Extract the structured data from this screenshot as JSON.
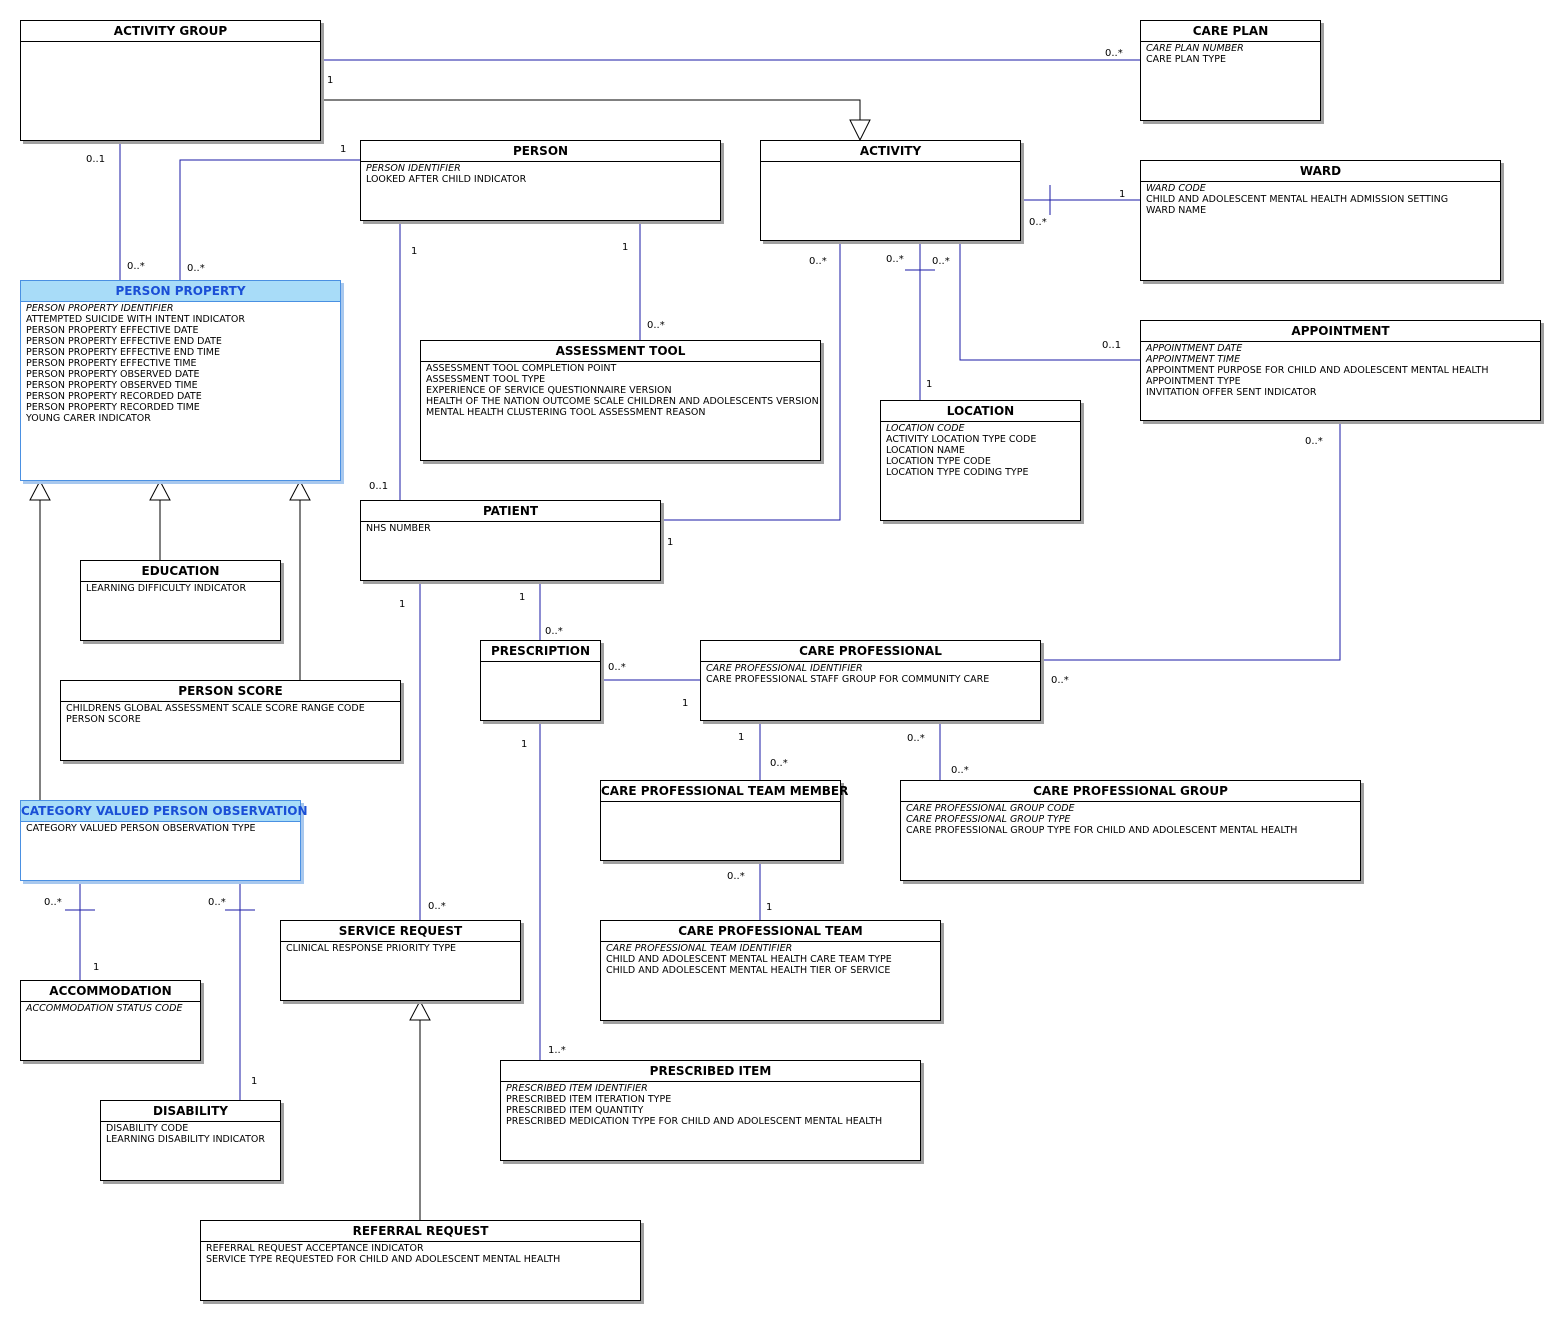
{
  "entities": {
    "activity_group": {
      "title": "ACTIVITY GROUP",
      "attributes": []
    },
    "care_plan": {
      "title": "CARE PLAN",
      "attributes": [
        {
          "text": "CARE PLAN NUMBER",
          "italic": true
        },
        {
          "text": "CARE PLAN TYPE",
          "italic": false
        }
      ]
    },
    "person": {
      "title": "PERSON",
      "attributes": [
        {
          "text": "PERSON IDENTIFIER",
          "italic": true
        },
        {
          "text": "LOOKED AFTER CHILD INDICATOR",
          "italic": false
        }
      ]
    },
    "activity": {
      "title": "ACTIVITY",
      "attributes": []
    },
    "ward": {
      "title": "WARD",
      "attributes": [
        {
          "text": "WARD CODE",
          "italic": true
        },
        {
          "text": "CHILD AND ADOLESCENT MENTAL HEALTH ADMISSION SETTING",
          "italic": false
        },
        {
          "text": "WARD NAME",
          "italic": false
        }
      ]
    },
    "person_property": {
      "title": "PERSON PROPERTY",
      "attributes": [
        {
          "text": "PERSON PROPERTY IDENTIFIER",
          "italic": true
        },
        {
          "text": "ATTEMPTED SUICIDE WITH INTENT INDICATOR",
          "italic": false
        },
        {
          "text": "PERSON PROPERTY EFFECTIVE DATE",
          "italic": false
        },
        {
          "text": "PERSON PROPERTY EFFECTIVE END DATE",
          "italic": false
        },
        {
          "text": "PERSON PROPERTY EFFECTIVE END TIME",
          "italic": false
        },
        {
          "text": "PERSON PROPERTY EFFECTIVE TIME",
          "italic": false
        },
        {
          "text": "PERSON PROPERTY OBSERVED DATE",
          "italic": false
        },
        {
          "text": "PERSON PROPERTY OBSERVED TIME",
          "italic": false
        },
        {
          "text": "PERSON PROPERTY RECORDED DATE",
          "italic": false
        },
        {
          "text": "PERSON PROPERTY RECORDED TIME",
          "italic": false
        },
        {
          "text": "YOUNG CARER INDICATOR",
          "italic": false
        }
      ]
    },
    "assessment_tool": {
      "title": "ASSESSMENT TOOL",
      "attributes": [
        {
          "text": "ASSESSMENT TOOL COMPLETION POINT",
          "italic": false
        },
        {
          "text": "ASSESSMENT TOOL TYPE",
          "italic": false
        },
        {
          "text": "EXPERIENCE OF SERVICE QUESTIONNAIRE VERSION",
          "italic": false
        },
        {
          "text": "HEALTH OF THE NATION OUTCOME SCALE CHILDREN AND ADOLESCENTS VERSION",
          "italic": false
        },
        {
          "text": "MENTAL HEALTH CLUSTERING TOOL ASSESSMENT REASON",
          "italic": false
        }
      ]
    },
    "appointment": {
      "title": "APPOINTMENT",
      "attributes": [
        {
          "text": "APPOINTMENT DATE",
          "italic": true
        },
        {
          "text": "APPOINTMENT TIME",
          "italic": true
        },
        {
          "text": "APPOINTMENT PURPOSE FOR CHILD AND ADOLESCENT MENTAL HEALTH",
          "italic": false
        },
        {
          "text": "APPOINTMENT TYPE",
          "italic": false
        },
        {
          "text": "INVITATION OFFER SENT INDICATOR",
          "italic": false
        }
      ]
    },
    "location": {
      "title": "LOCATION",
      "attributes": [
        {
          "text": "LOCATION CODE",
          "italic": true
        },
        {
          "text": "ACTIVITY LOCATION TYPE CODE",
          "italic": false
        },
        {
          "text": "LOCATION NAME",
          "italic": false
        },
        {
          "text": "LOCATION TYPE CODE",
          "italic": false
        },
        {
          "text": "LOCATION TYPE CODING TYPE",
          "italic": false
        }
      ]
    },
    "patient": {
      "title": "PATIENT",
      "attributes": [
        {
          "text": "NHS NUMBER",
          "italic": false
        }
      ]
    },
    "education": {
      "title": "EDUCATION",
      "attributes": [
        {
          "text": "LEARNING DIFFICULTY INDICATOR",
          "italic": false
        }
      ]
    },
    "prescription": {
      "title": "PRESCRIPTION",
      "attributes": []
    },
    "care_professional": {
      "title": "CARE PROFESSIONAL",
      "attributes": [
        {
          "text": "CARE PROFESSIONAL IDENTIFIER",
          "italic": true
        },
        {
          "text": "CARE PROFESSIONAL STAFF GROUP FOR COMMUNITY CARE",
          "italic": false
        }
      ]
    },
    "person_score": {
      "title": "PERSON SCORE",
      "attributes": [
        {
          "text": "CHILDRENS GLOBAL ASSESSMENT SCALE SCORE RANGE CODE",
          "italic": false
        },
        {
          "text": "PERSON SCORE",
          "italic": false
        }
      ]
    },
    "care_professional_team_member": {
      "title": "CARE PROFESSIONAL TEAM MEMBER",
      "attributes": []
    },
    "care_professional_group": {
      "title": "CARE PROFESSIONAL GROUP",
      "attributes": [
        {
          "text": "CARE PROFESSIONAL GROUP CODE",
          "italic": true
        },
        {
          "text": "CARE PROFESSIONAL GROUP TYPE",
          "italic": true
        },
        {
          "text": "CARE PROFESSIONAL GROUP TYPE FOR CHILD AND ADOLESCENT MENTAL HEALTH",
          "italic": false
        }
      ]
    },
    "category_valued_person_observation": {
      "title": "CATEGORY VALUED PERSON OBSERVATION",
      "attributes": [
        {
          "text": "CATEGORY VALUED PERSON OBSERVATION TYPE",
          "italic": false
        }
      ]
    },
    "service_request": {
      "title": "SERVICE REQUEST",
      "attributes": [
        {
          "text": "CLINICAL RESPONSE PRIORITY TYPE",
          "italic": false
        }
      ]
    },
    "care_professional_team": {
      "title": "CARE PROFESSIONAL TEAM",
      "attributes": [
        {
          "text": "CARE PROFESSIONAL TEAM IDENTIFIER",
          "italic": true
        },
        {
          "text": "CHILD AND ADOLESCENT MENTAL HEALTH CARE TEAM TYPE",
          "italic": false
        },
        {
          "text": "CHILD AND ADOLESCENT MENTAL HEALTH TIER OF SERVICE",
          "italic": false
        }
      ]
    },
    "accommodation": {
      "title": "ACCOMMODATION",
      "attributes": [
        {
          "text": "ACCOMMODATION STATUS CODE",
          "italic": true
        }
      ]
    },
    "prescribed_item": {
      "title": "PRESCRIBED ITEM",
      "attributes": [
        {
          "text": "PRESCRIBED ITEM IDENTIFIER",
          "italic": true
        },
        {
          "text": "PRESCRIBED ITEM ITERATION TYPE",
          "italic": false
        },
        {
          "text": "PRESCRIBED ITEM QUANTITY",
          "italic": false
        },
        {
          "text": "PRESCRIBED MEDICATION TYPE FOR CHILD AND ADOLESCENT MENTAL HEALTH",
          "italic": false
        }
      ]
    },
    "disability": {
      "title": "DISABILITY",
      "attributes": [
        {
          "text": "DISABILITY CODE",
          "italic": false
        },
        {
          "text": "LEARNING DISABILITY INDICATOR",
          "italic": false
        }
      ]
    },
    "referral_request": {
      "title": "REFERRAL REQUEST",
      "attributes": [
        {
          "text": "REFERRAL REQUEST ACCEPTANCE INDICATOR",
          "italic": false
        },
        {
          "text": "SERVICE TYPE REQUESTED FOR CHILD AND ADOLESCENT MENTAL HEALTH",
          "italic": false
        }
      ]
    }
  },
  "multiplicities": {
    "ag_careplan_many": "0..*",
    "ag_activity_one": "1",
    "ag_pp_zero_one": "0..1",
    "ag_pp_many": "0..*",
    "person_pp_one": "1",
    "person_pp_many": "0..*",
    "person_patient_one": "1",
    "person_patient_zero_one": "0..1",
    "person_at_one": "1",
    "at_many": "0..*",
    "activity_ward_one": "1",
    "activity_ward_many": "0..*",
    "activity_patient_many": "0..*",
    "patient_activity_one": "1",
    "activity_location_a": "0..*",
    "activity_location_b": "0..*",
    "location_one": "1",
    "appointment_activity_zero_one": "0..1",
    "appointment_cp_many": "0..*",
    "cp_appointment_many": "0..*",
    "patient_sr_one": "1",
    "sr_many": "0..*",
    "patient_prescription_one": "1",
    "prescription_patient_many": "0..*",
    "prescription_cp_many": "0..*",
    "cp_prescription_one": "1",
    "prescription_item_one": "1",
    "item_many": "1..*",
    "cp_member_one": "1",
    "member_cp_many": "0..*",
    "cp_group_many": "0..*",
    "group_cp_many": "0..*",
    "member_team_many": "0..*",
    "team_one": "1",
    "cvpo_accom_many": "0..*",
    "accom_one": "1",
    "cvpo_disab_many": "0..*",
    "disab_one": "1"
  },
  "colors": {
    "association": "#1a1aa6",
    "generalization": "#000000",
    "highlight_header": "#a8dcf8",
    "highlight_text": "#1a4fd6"
  }
}
